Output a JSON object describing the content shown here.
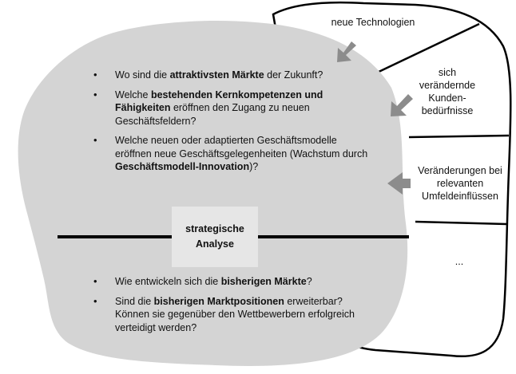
{
  "trends": {
    "new_tech": "neue Technologien",
    "customer_needs": [
      "sich",
      "verändernde",
      "Kunden-",
      "bedürfnisse"
    ],
    "environment": [
      "Veränderungen bei",
      "relevanten",
      "Umfeldeinflüssen"
    ],
    "more": "..."
  },
  "analysis": [
    "strategische",
    "Analyse"
  ],
  "future_questions": [
    {
      "a": "Wo sind die ",
      "b": "attraktivsten Märkte",
      "c": " der Zukunft?"
    },
    {
      "a": "Welche ",
      "b": "bestehenden Kernkompetenzen und Fähigkeiten",
      "c": " eröffnen den Zugang zu neuen Geschäftsfeldern?"
    },
    {
      "a": "Welche neuen oder adaptierten Geschäftsmodelle eröffnen neue Geschäftsgelegenheiten (Wachstum durch ",
      "b": "Geschäftsmodell-Innovation",
      "c": ")?"
    }
  ],
  "current_questions": [
    {
      "a": "Wie entwickeln sich die ",
      "b": "bisherigen Märkte",
      "c": "?"
    },
    {
      "a": "Sind die ",
      "b": "bisherigen Marktpositionen",
      "c": " erweiterbar? Können sie gegenüber den Wettbewerbern erfolgreich verteidigt werden?"
    }
  ],
  "colors": {
    "blob": "#d4d4d4",
    "arrow": "#8c8c8c",
    "analysis_box": "#e6e6e6",
    "line": "#000000"
  }
}
